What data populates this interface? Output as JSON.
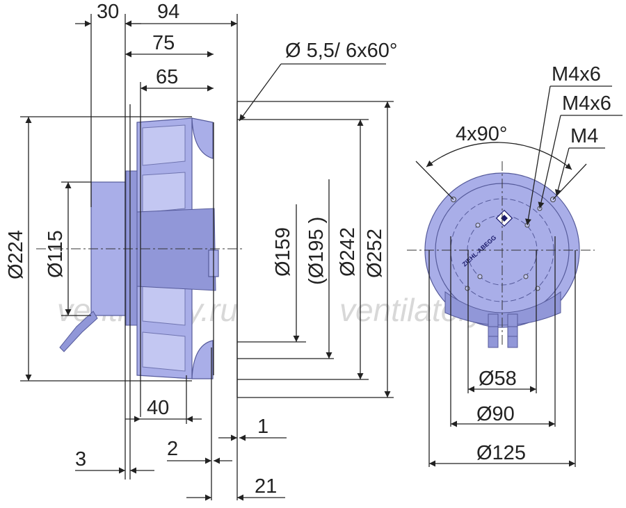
{
  "watermarks": [
    "ventilatory.ru",
    "ventilatory.ru"
  ],
  "side_view": {
    "width_dims": [
      "30",
      "94",
      "75",
      "65",
      "40",
      "3",
      "2",
      "1",
      "21"
    ],
    "diameter_dims": [
      "Ø224",
      "Ø115",
      "Ø159",
      "(Ø195  )",
      "Ø242",
      "Ø252"
    ],
    "hole_note": "Ø 5,5/ 6x60°"
  },
  "front_view": {
    "angle_note": "4x90°",
    "thread_notes": [
      "M4x6",
      "M4x6",
      "M4"
    ],
    "bolt_circles": [
      "Ø58",
      "Ø90",
      "Ø125"
    ],
    "logo_text": "ZIEHL-ABEGG"
  },
  "colors": {
    "body": "#a9aee8",
    "body_dark": "#9197d8",
    "line": "#222222"
  }
}
